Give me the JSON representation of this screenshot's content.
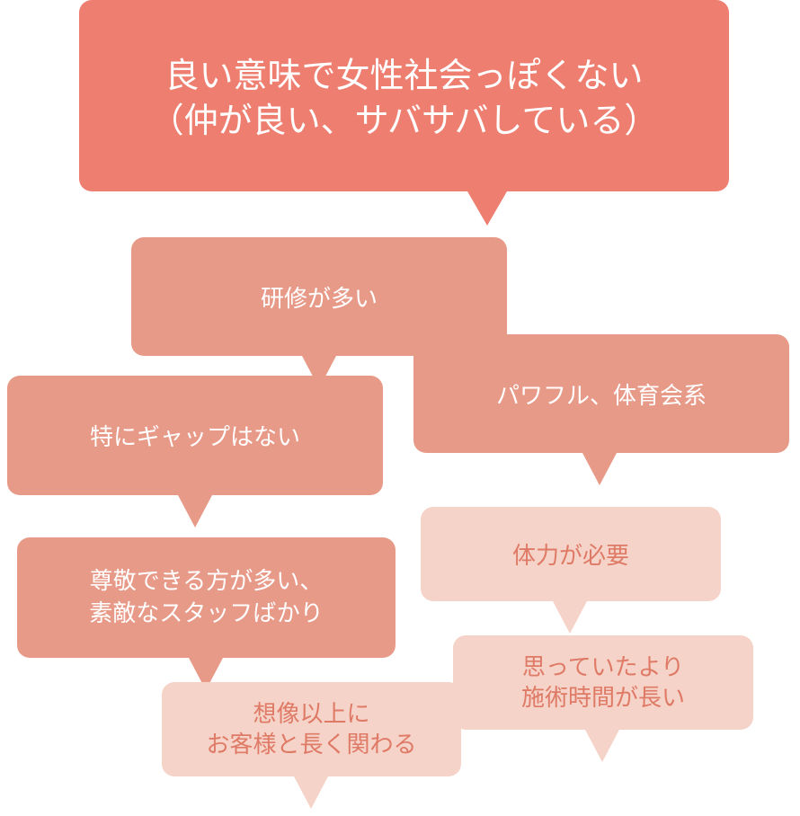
{
  "bubbles": {
    "main": {
      "line1": "良い意味で女性社会っぽくない",
      "line2": "（仲が良い、サバサバしている）"
    },
    "training": {
      "text": "研修が多い"
    },
    "powerful": {
      "text": "パワフル、体育会系"
    },
    "no_gap": {
      "text": "特にギャップはない"
    },
    "respect": {
      "line1": "尊敬できる方が多い、",
      "line2": "素敵なスタッフばかり"
    },
    "stamina": {
      "text": "体力が必要"
    },
    "treatment_time": {
      "line1": "思っていたより",
      "line2": "施術時間が長い"
    },
    "customers": {
      "line1": "想像以上に",
      "line2": "お客様と長く関わる"
    }
  },
  "colors": {
    "dark": "#ee7f70",
    "medium": "#e89a88",
    "light": "#f6d3c8",
    "light_text": "#de7a66"
  }
}
